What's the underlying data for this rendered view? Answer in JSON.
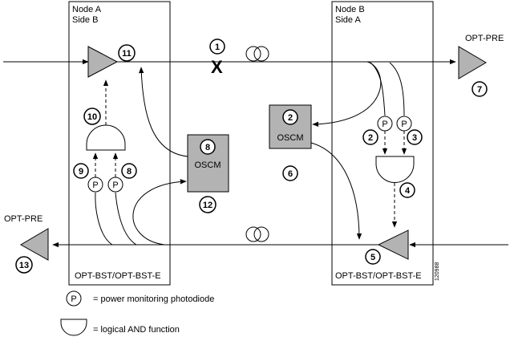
{
  "node_a": {
    "title": "Node A",
    "side": "Side B",
    "footer": "OPT-BST/OPT-BST-E"
  },
  "node_b": {
    "title": "Node B",
    "side": "Side A",
    "footer": "OPT-BST/OPT-BST-E"
  },
  "amplifiers": {
    "right_preamp": "OPT-PRE",
    "left_preamp": "OPT-PRE"
  },
  "oscm_label": "OSCM",
  "photodiode_symbol": "P",
  "break_mark": "X",
  "figure_id": "120988",
  "callouts": [
    "1",
    "2",
    "3",
    "4",
    "5",
    "6",
    "7",
    "8",
    "9",
    "10",
    "11",
    "12",
    "13"
  ],
  "legend": {
    "photodiode_desc": "= power monitoring photodiode",
    "and_desc": "= logical AND function"
  }
}
